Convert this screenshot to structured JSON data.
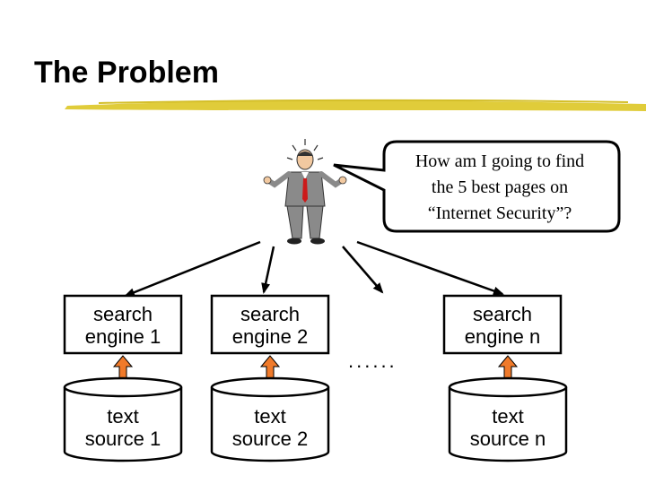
{
  "slide": {
    "title": "The Problem",
    "question_line1": "How am I going to find",
    "question_line2": "the 5 best pages on",
    "question_line3": "“Internet Security”?",
    "ellipsis": "......"
  },
  "engines": [
    {
      "line1": "search",
      "line2": "engine 1"
    },
    {
      "line1": "search",
      "line2": "engine 2"
    },
    {
      "line1": "search",
      "line2": "engine n"
    }
  ],
  "sources": [
    {
      "line1": "text",
      "line2": "source 1"
    },
    {
      "line1": "text",
      "line2": "source 2"
    },
    {
      "line1": "text",
      "line2": "source n"
    }
  ],
  "colors": {
    "title_underline": "#e0cc3a",
    "double_arrow": "#f07a2a",
    "suit": "#8a8a8a",
    "tie": "#cc1a1a"
  },
  "icons": [
    "confused-man-icon",
    "double-arrow-icon"
  ]
}
